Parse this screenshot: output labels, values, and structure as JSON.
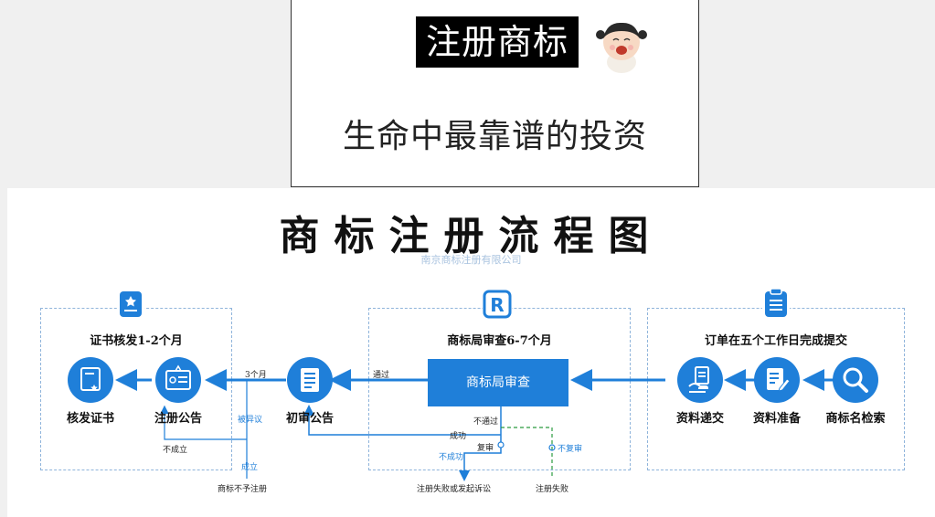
{
  "header": {
    "title": "注册商标",
    "subtitle": "生命中最靠谱的投资"
  },
  "diagram": {
    "title": "商标注册流程图",
    "watermark": "南京商标注册有限公司",
    "sections": {
      "left": "证书核发1-2个月",
      "middle": "商标局审查6-7个月",
      "right": "订单在五个工作日完成提交"
    },
    "nodes": {
      "issue_cert": "核发证书",
      "reg_announce": "注册公告",
      "prelim_announce": "初审公告",
      "office_review": "商标局审查",
      "submit": "资料递交",
      "prepare": "资料准备",
      "search": "商标名检索"
    },
    "edge_labels": {
      "three_months": "3个月",
      "objection": "被异议",
      "not_valid": "不成立",
      "valid": "成立",
      "not_register": "商标不予注册",
      "pass": "通过",
      "fail": "不通过",
      "success": "成功",
      "unsuccess": "不成功",
      "reexam": "复审",
      "no_reexam": "不复审",
      "fail_lawsuit": "注册失败或发起诉讼",
      "reg_fail": "注册失败"
    }
  },
  "colors": {
    "primary": "#1f7fd9",
    "dashed": "#8fb4db"
  }
}
